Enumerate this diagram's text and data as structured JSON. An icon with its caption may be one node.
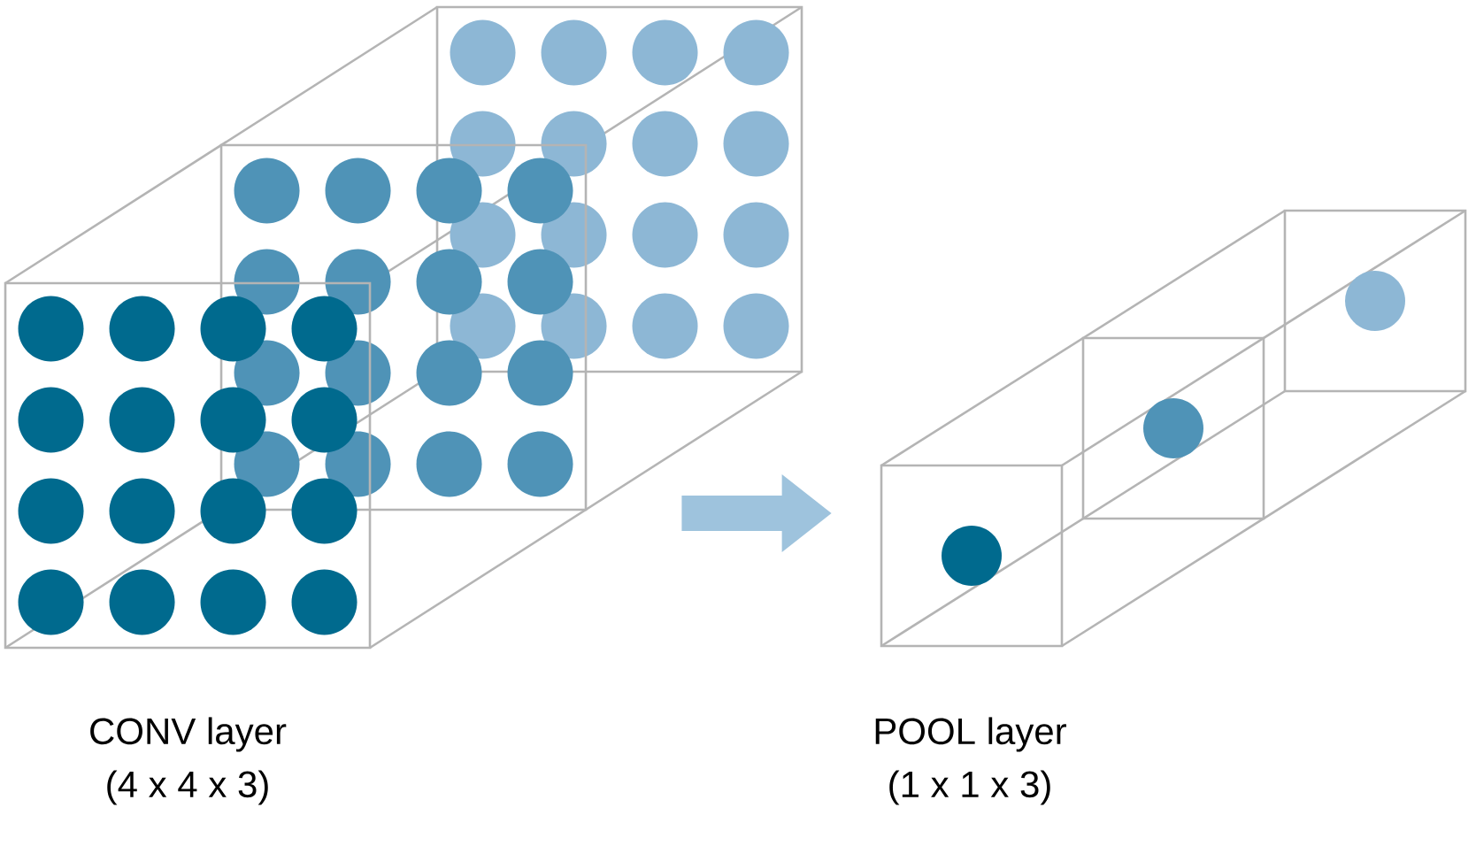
{
  "diagram": {
    "nodes": [
      {
        "text": [
          "CONV layer",
          "(4 x 4 x 3)"
        ]
      },
      {
        "text": [
          "POOL layer",
          "(1 x 1 x 3)"
        ]
      }
    ],
    "edges": [
      {
        "from": 0,
        "to": 1,
        "arrow": "to"
      }
    ]
  }
}
